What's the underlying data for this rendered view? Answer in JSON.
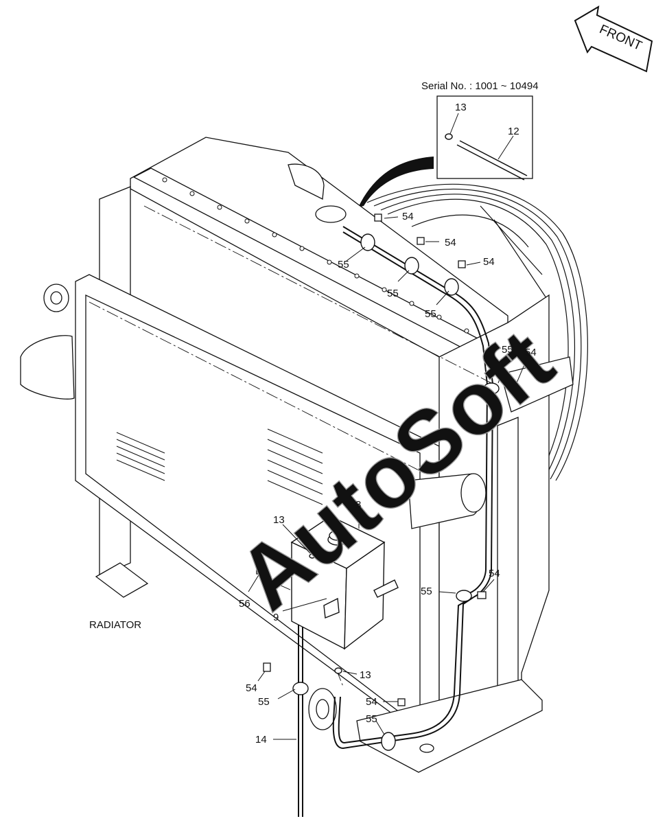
{
  "diagram": {
    "front_arrow_label": "FRONT",
    "serial_note": "Serial No. : 1001 ~ 10494",
    "assembly_label": "RADIATOR",
    "watermark": "AutoSoft",
    "callouts": [
      {
        "id": "inset-13",
        "text": "13"
      },
      {
        "id": "inset-12",
        "text": "12"
      },
      {
        "id": "c54a",
        "text": "54"
      },
      {
        "id": "c54b",
        "text": "54"
      },
      {
        "id": "c54c",
        "text": "54"
      },
      {
        "id": "c55a",
        "text": "55"
      },
      {
        "id": "c55b",
        "text": "55"
      },
      {
        "id": "c55c",
        "text": "55"
      },
      {
        "id": "c55d",
        "text": "55"
      },
      {
        "id": "c54d",
        "text": "54"
      },
      {
        "id": "c8",
        "text": "8"
      },
      {
        "id": "c13a",
        "text": "13"
      },
      {
        "id": "c56",
        "text": "56"
      },
      {
        "id": "c9",
        "text": "9"
      },
      {
        "id": "c54e",
        "text": "54"
      },
      {
        "id": "c55e",
        "text": "55"
      },
      {
        "id": "c13b",
        "text": "13"
      },
      {
        "id": "c54f",
        "text": "54"
      },
      {
        "id": "c55f",
        "text": "55"
      },
      {
        "id": "c54g",
        "text": "54"
      },
      {
        "id": "c55g",
        "text": "55"
      },
      {
        "id": "c14",
        "text": "14"
      }
    ]
  }
}
